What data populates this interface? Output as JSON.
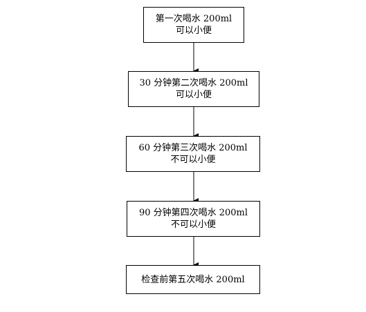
{
  "flowchart": {
    "steps": [
      {
        "line1": "第一次喝水 200ml",
        "line2": "可以小便"
      },
      {
        "line1": "30 分钟第二次喝水 200ml",
        "line2": "可以小便"
      },
      {
        "line1": "60 分钟第三次喝水 200ml",
        "line2": "不可以小便"
      },
      {
        "line1": "90 分钟第四次喝水 200ml",
        "line2": "不可以小便"
      },
      {
        "line1": "检查前第五次喝水 200ml"
      }
    ]
  }
}
